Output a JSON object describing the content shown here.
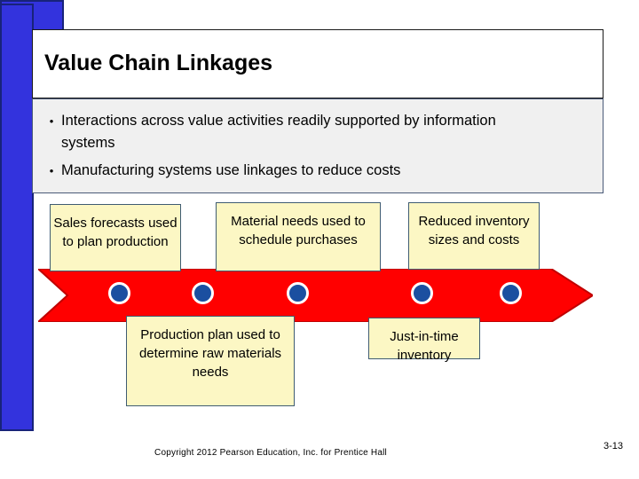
{
  "slide": {
    "title": "Value Chain Linkages",
    "page_number": "3-13",
    "copyright": "Copyright 2012 Pearson Education, Inc. for Prentice Hall",
    "colors": {
      "accent_blue": "#3333dd",
      "accent_blue_border": "#18237a",
      "arrow_red": "#ff0000",
      "arrow_red_border": "#c00000",
      "node_blue": "#1b4fa0",
      "callout_yellow": "#fcf7c4",
      "callout_border": "#3f5c72",
      "bullet_panel": "#f0f0f0"
    }
  },
  "bullets": [
    {
      "marker": "•",
      "text": "Interactions across value activities readily supported by information systems"
    },
    {
      "marker": "•",
      "text": "Manufacturing systems use linkages to reduce costs"
    }
  ],
  "diagram": {
    "arrow_direction": "right",
    "node_count": 5,
    "callouts_above": [
      {
        "id": "sales-forecasts",
        "text": "Sales forecasts used to plan production"
      },
      {
        "id": "material-needs",
        "text": "Material needs used to schedule purchases"
      },
      {
        "id": "reduced-inventory",
        "text": "Reduced inventory sizes and costs"
      }
    ],
    "callouts_below": [
      {
        "id": "production-plan",
        "text": "Production plan used to determine raw materials needs"
      },
      {
        "id": "jit-inventory",
        "text": "Just-in-time inventory"
      }
    ]
  }
}
